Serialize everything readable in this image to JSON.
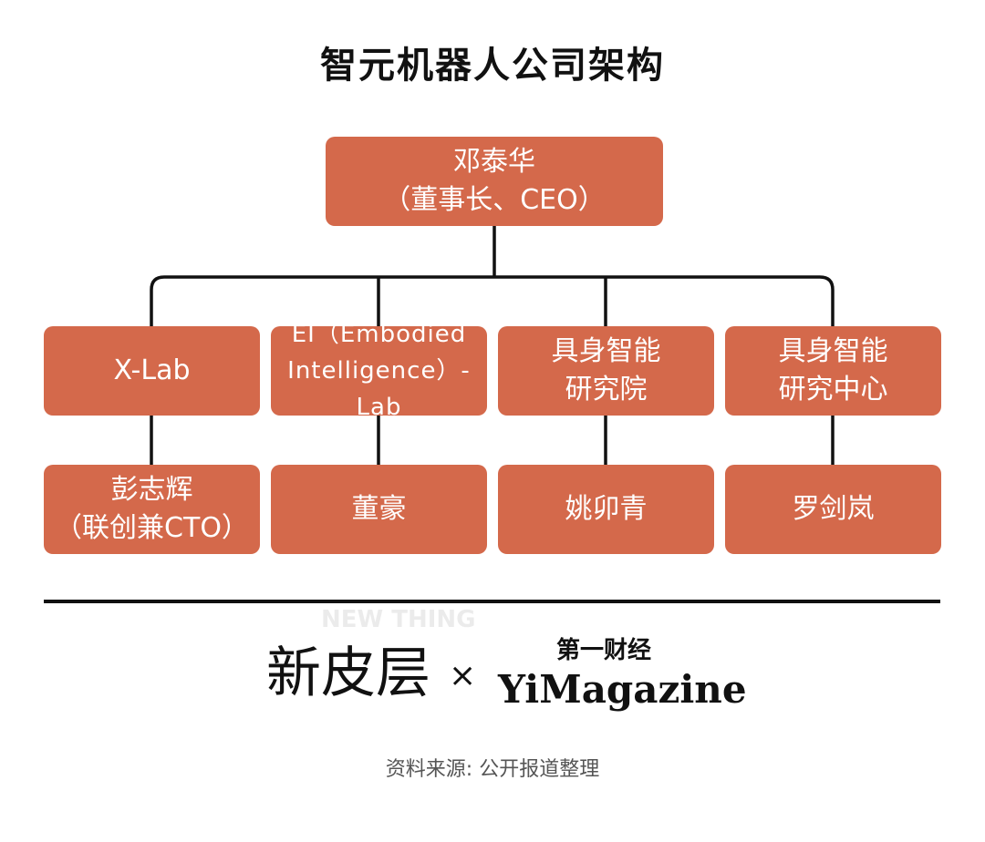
{
  "title": "智元机器人公司架构",
  "watermark": "新皮层",
  "colors": {
    "box": "#d4694b",
    "line": "#111111"
  },
  "root": {
    "name": "邓泰华",
    "role": "（董事长、CEO）"
  },
  "units": [
    {
      "line1": "X-Lab",
      "line2": "",
      "lead_line1": "彭志辉",
      "lead_line2": "（联创兼CTO）"
    },
    {
      "line1": "EI（Embodied",
      "line2": "Intelligence）-Lab",
      "lead_line1": "董豪",
      "lead_line2": ""
    },
    {
      "line1": "具身智能",
      "line2": "研究院",
      "lead_line1": "姚卯青",
      "lead_line2": ""
    },
    {
      "line1": "具身智能",
      "line2": "研究中心",
      "lead_line1": "罗剑岚",
      "lead_line2": ""
    }
  ],
  "footer": {
    "logo_left": "新皮层",
    "logo_left_tag": "NEW THING",
    "separator": "×",
    "logo_right_cn": "第一财经",
    "logo_right_en": "YiMagazine",
    "source": "资料来源: 公开报道整理"
  }
}
